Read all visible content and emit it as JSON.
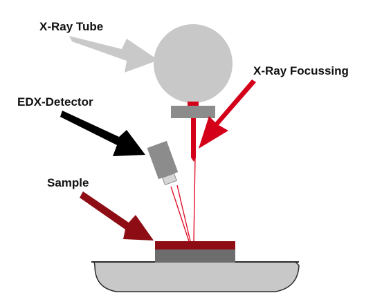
{
  "labels": {
    "xray_tube": "X-Ray Tube",
    "xray_focussing": "X-Ray Focussing",
    "edx_detector": "EDX-Detector",
    "sample": "Sample"
  },
  "colors": {
    "tube_gray": "#c8c8c8",
    "light_arrow": "#c9c9c9",
    "focus_red": "#d4001a",
    "beam_red": "#e0102a",
    "detector_arrow": "#000000",
    "sample_arrow": "#8e0d14",
    "sample_red": "#8e0d14",
    "sample_base": "#6d6d6d",
    "detector_gray": "#8c8c8c",
    "stage_gray": "#c8c8c8",
    "stage_edge": "#2a2a2a"
  }
}
